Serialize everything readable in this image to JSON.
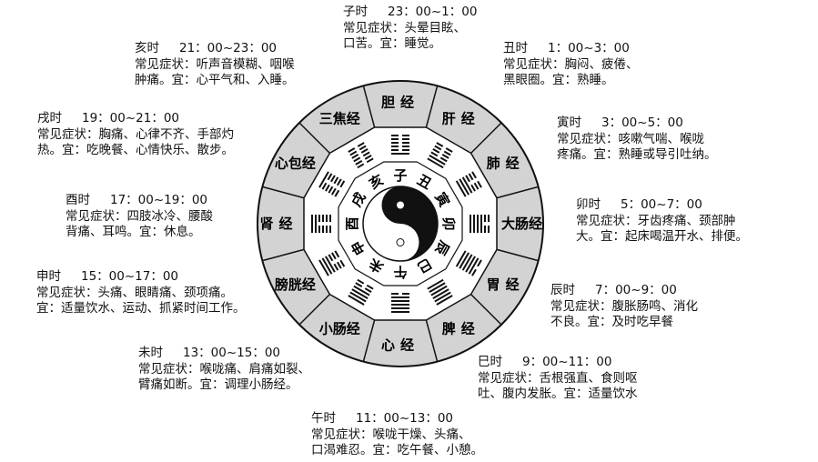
{
  "periods": [
    {
      "branch": "子时",
      "time": "23：00~1：00",
      "lines": [
        "常见症状：头晕目眩、",
        "口苦。宜：睡觉。"
      ]
    },
    {
      "branch": "丑时",
      "time": "1：00~3：00",
      "lines": [
        "常见症状：胸闷、疲倦、",
        "黑眼圈。宜：熟睡。"
      ]
    },
    {
      "branch": "寅时",
      "time": "3：00~5：00",
      "lines": [
        "常见症状：咳嗽气喘、喉咙",
        "疼痛。宜：熟睡或导引吐纳。"
      ]
    },
    {
      "branch": "卯时",
      "time": "5：00~7：00",
      "lines": [
        "常见症状：牙齿疼痛、颈部肿",
        "大。宜：起床喝温开水、排便。"
      ]
    },
    {
      "branch": "辰时",
      "time": "7：00~9：00",
      "lines": [
        "常见症状：腹胀肠鸣、消化",
        "不良。宜：及时吃早餐"
      ]
    },
    {
      "branch": "巳时",
      "time": "9：00~11：00",
      "lines": [
        "常见症状：舌根强直、食则呕",
        "吐、腹内发胀。宜：适量饮水"
      ]
    },
    {
      "branch": "午时",
      "time": "11：00~13：00",
      "lines": [
        "常见症状：喉咙干燥、头痛、",
        "口渴难忍。宜：吃午餐、小憩。"
      ]
    },
    {
      "branch": "未时",
      "time": "13：00~15：00",
      "lines": [
        "常见症状：喉咙痛、肩痛如裂、",
        "臂痛如断。宜：调理小肠经。"
      ]
    },
    {
      "branch": "申时",
      "time": "15：00~17：00",
      "lines": [
        "常见症状：头痛、眼睛痛、颈项痛。",
        "宜：适量饮水、运动、抓紧时间工作。"
      ]
    },
    {
      "branch": "酉时",
      "time": "17：00~19：00",
      "lines": [
        "常见症状：四肢冰冷、腰酸",
        "背痛、耳鸣。宜：休息。"
      ]
    },
    {
      "branch": "戌时",
      "time": "19：00~21：00",
      "lines": [
        "常见症状：胸痛、心律不齐、手部灼",
        "热。宜：吃晚餐、心情快乐、散步。"
      ]
    },
    {
      "branch": "亥时",
      "time": "21：00~23：00",
      "lines": [
        "常见症状：听声音模糊、咽喉",
        "肿痛。宜：心平气和、入睡。"
      ]
    }
  ],
  "wheel": {
    "meridians": [
      "胆经",
      "肝经",
      "肺经",
      "大肠经",
      "胃经",
      "脾经",
      "心经",
      "小肠经",
      "膀胱经",
      "肾经",
      "心包经",
      "三焦经"
    ],
    "branches": [
      "子",
      "丑",
      "寅",
      "卯",
      "辰",
      "巳",
      "午",
      "未",
      "申",
      "酉",
      "戌",
      "亥"
    ],
    "hexagrams": [
      "100000",
      "110000",
      "111000",
      "111100",
      "111110",
      "111111",
      "011111",
      "001111",
      "000111",
      "000011",
      "000001",
      "000000"
    ],
    "center_symbol": "taiji-yin-yang",
    "colors": {
      "meridian_fill": "#d3d3d3",
      "line": "#111111",
      "background": "#ffffff"
    }
  }
}
